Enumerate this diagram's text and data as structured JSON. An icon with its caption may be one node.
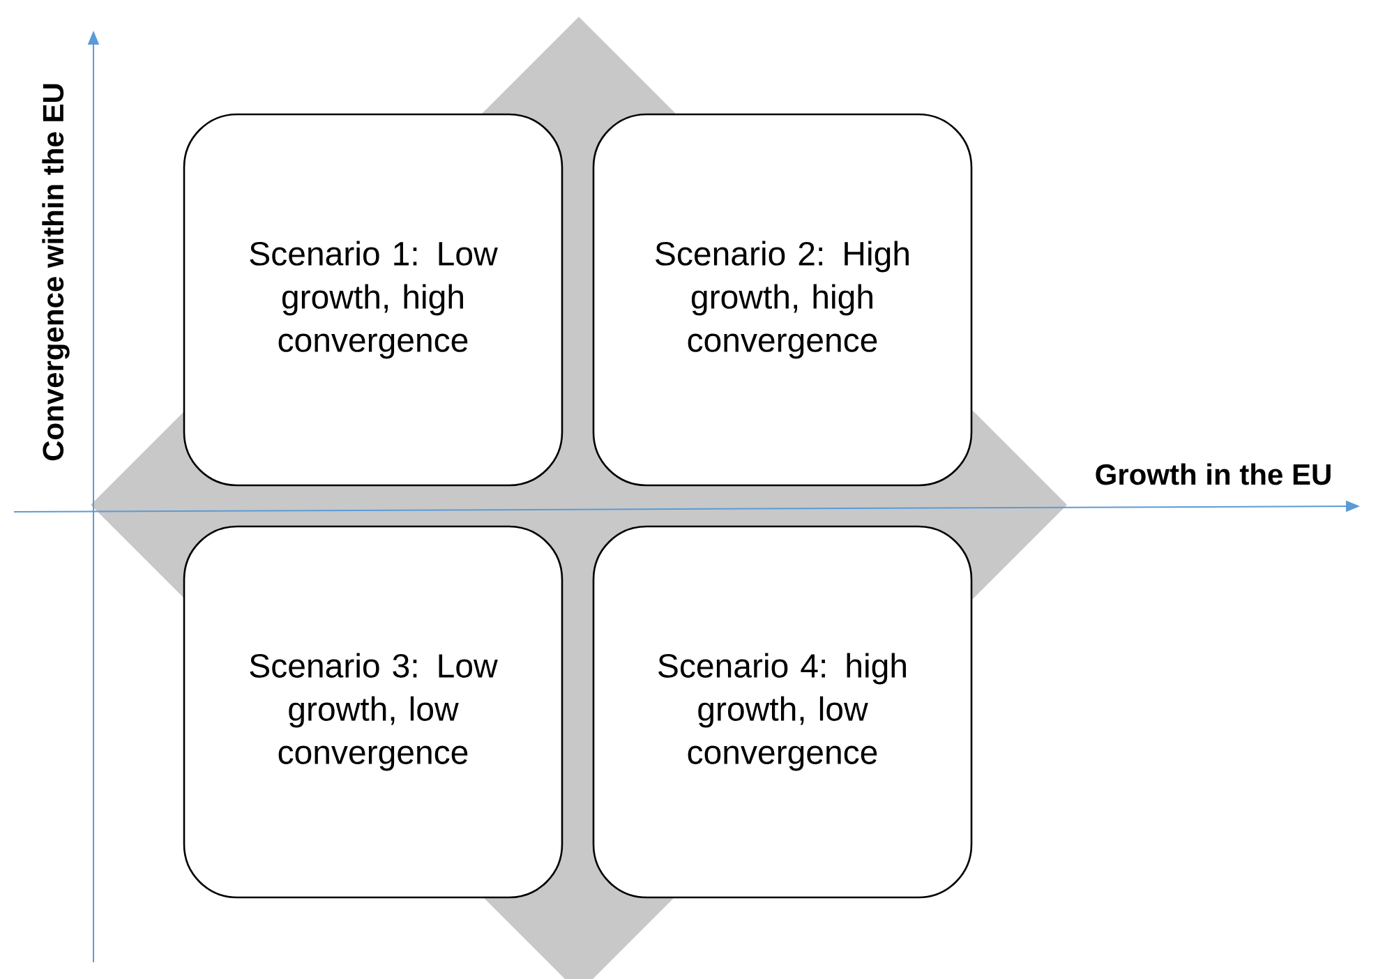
{
  "diagram": {
    "nodes": [
      {
        "text": [
          "Scenario 1: Low growth, high convergence"
        ]
      },
      {
        "text": [
          "Scenario 2: High growth, high convergence"
        ]
      },
      {
        "text": [
          "Scenario 3: Low growth, low convergence"
        ]
      },
      {
        "text": [
          "Scenario 4: high growth, low convergence"
        ]
      }
    ],
    "labels": [
      "Growth in the EU",
      "Convergence within the EU"
    ]
  }
}
